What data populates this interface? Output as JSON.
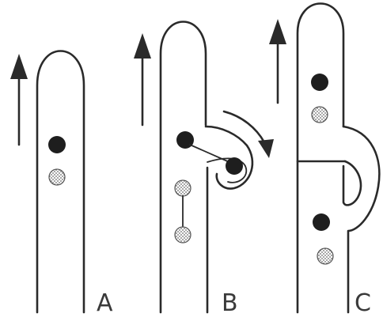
{
  "panels": [
    {
      "id": "a",
      "label": "A"
    },
    {
      "id": "b",
      "label": "B"
    },
    {
      "id": "c",
      "label": "C"
    }
  ],
  "colors": {
    "line": "#2a2a2a",
    "dark_dot": "#1e1e1e",
    "light_dot": "#8a8a8a",
    "background": "#ffffff"
  },
  "icons": {
    "arrow": "up-arrow-icon",
    "curved_arrow": "curved-arrow-icon",
    "dark_dot": "filled-circle",
    "light_dot": "stippled-circle"
  }
}
